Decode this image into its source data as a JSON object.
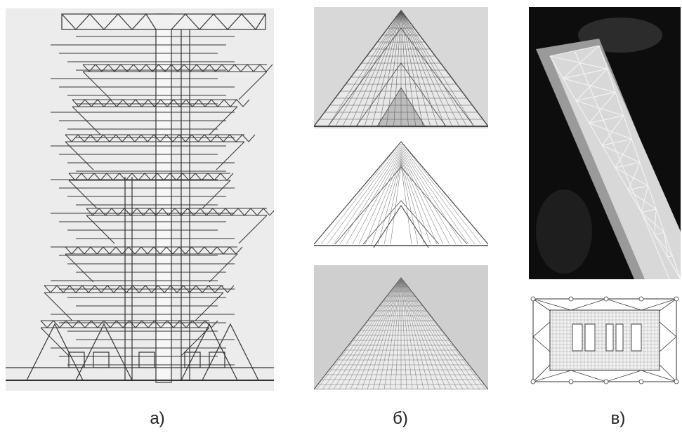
{
  "captions": {
    "a": "а)",
    "b": "б)",
    "c": "в)"
  },
  "colors": {
    "background": "#ffffff",
    "line": "#333333",
    "paper": "#ececec",
    "sky": "#0d0d0d"
  }
}
